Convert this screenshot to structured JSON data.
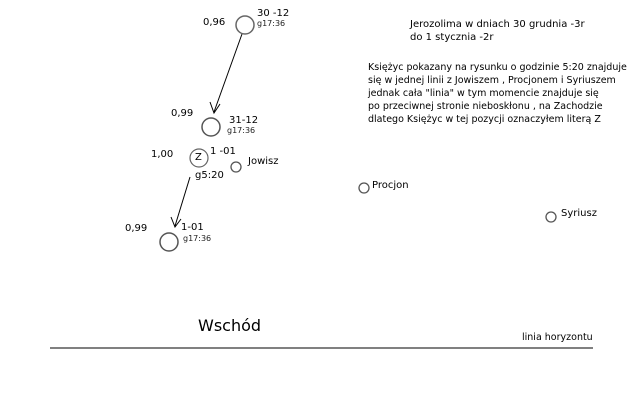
{
  "header": {
    "title_line1": "Jerozolima w dniach 30 grudnia -3r",
    "title_line2": "do 1 stycznia -2r"
  },
  "description": {
    "lines": [
      "Księżyc pokazany na rysunku o godzinie 5:20 znajduje",
      "się w jednej linii z Jowiszem , Procjonem i Syriuszem",
      "jednak cała \"linia\" w tym momencie znajduje się",
      "po przeciwnej stronie nieboskłonu , na Zachodzie",
      "dlatego Księżyc w tej pozycji oznaczyłem literą Z"
    ]
  },
  "moon_positions": [
    {
      "phase": "0,96",
      "date": "30 -12",
      "time": "g17:36"
    },
    {
      "phase": "0,99",
      "date": "31-12",
      "time": "g17:36"
    },
    {
      "phase": "1,00",
      "date": "1 -01",
      "time": "g5:20",
      "marker": "Z"
    },
    {
      "phase": "0,99",
      "date": "1-01",
      "time": "g17:36"
    }
  ],
  "objects": {
    "jupiter": "Jowisz",
    "procyon": "Procjon",
    "sirius": "Syriusz"
  },
  "direction_label": "Wschód",
  "horizon_label": "linia horyzontu",
  "colors": {
    "background": "#ffffff",
    "stroke": "#000000",
    "circle_outline": "#666666"
  }
}
